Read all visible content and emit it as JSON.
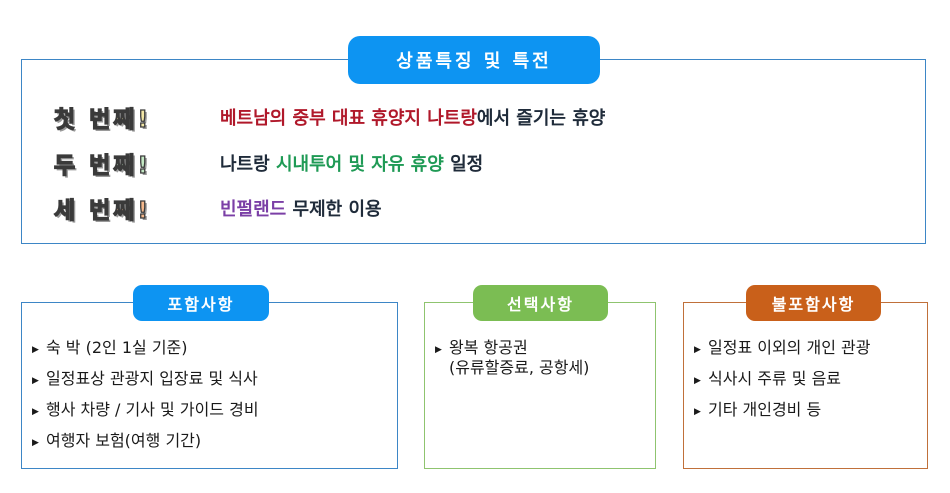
{
  "features": {
    "title": "상품특징 및 특전",
    "rows": [
      {
        "ordinal": "첫 번째!",
        "parts": [
          {
            "text": "베트남의 중부 대표 휴양지 나트랑"
          },
          {
            "text": "에서 즐기는 휴양"
          }
        ]
      },
      {
        "ordinal": "두 번째!",
        "parts": [
          {
            "text": "나트랑 "
          },
          {
            "text": "시내투어 및 자유 휴양"
          },
          {
            "text": " 일정"
          }
        ]
      },
      {
        "ordinal": "세 번째!",
        "parts": [
          {
            "text": "빈펄랜드"
          },
          {
            "text": " 무제한 이용"
          }
        ]
      }
    ]
  },
  "included": {
    "title": "포함사항",
    "items": [
      "숙 박 (2인 1실 기준)",
      "일정표상 관광지 입장료 및 식사",
      "행사 차량 / 기사 및 가이드 경비",
      "여행자 보험(여행 기간)"
    ]
  },
  "optional": {
    "title": "선택사항",
    "items": [
      {
        "line1": "왕복 항공권",
        "line2": "(유류할증료, 공항세)"
      }
    ]
  },
  "excluded": {
    "title": "불포함사항",
    "items": [
      "일정표 이외의 개인 관광",
      "식사시 주류 및 음료",
      "기타 개인경비 등"
    ]
  },
  "icons": {
    "bullet": "triangle-right-icon"
  },
  "colors": {
    "accent_blue": "#0d94f2",
    "accent_green": "#7bbd53",
    "accent_orange": "#c9601a",
    "highlight_red": "#b0182a",
    "highlight_green": "#1f9a55",
    "highlight_purple": "#7b3fa6"
  }
}
